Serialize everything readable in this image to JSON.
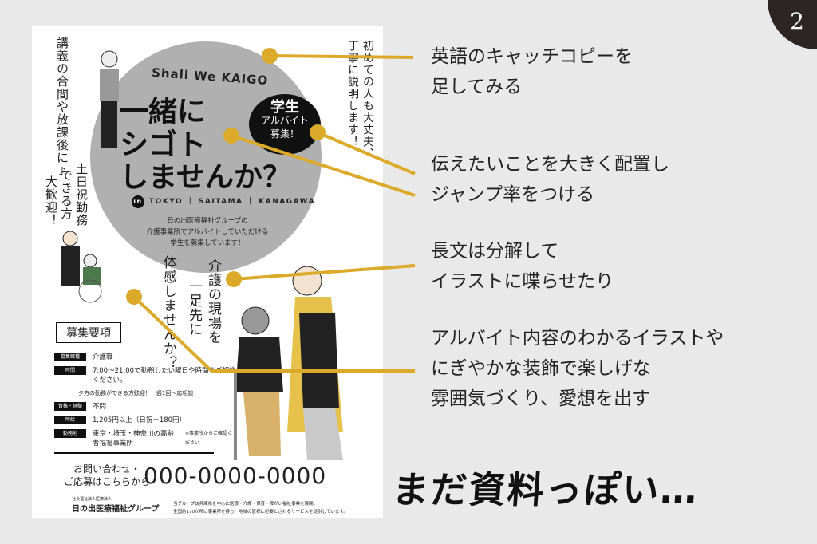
{
  "page_number": "2",
  "poster": {
    "tagline": "Shall We KAIGO",
    "headline": [
      "一緒に",
      "シゴト",
      "しませんか？"
    ],
    "badge": {
      "top": "学生",
      "middle": "アルバイト",
      "bottom": "募集！"
    },
    "cities_prefix": "in",
    "cities": "TOKYO ｜ SAITAMA ｜ KANAGAWA",
    "intro": [
      "日の出医療福祉グループの",
      "介護事業所でアルバイトしていただける",
      "学生を募集しています！"
    ],
    "vertical_left1": "講義の合間や放課後に♪",
    "vertical_left2": "土日祝勤務",
    "vertical_left3": "できる方",
    "vertical_left4": "大歓迎！",
    "vertical_right": "初めての人も大丈夫、丁寧に説明します！",
    "vertical_mid1": "介護の現場を",
    "vertical_mid2": "一足先に",
    "vertical_mid3": "体感しませんか？",
    "requirements_title": "募集要項",
    "requirements": [
      {
        "label": "募集職種",
        "value": "介護職"
      },
      {
        "label": "時間",
        "value": "7:00〜21:00で勤務したい曜日や時間をご相談ください。"
      },
      {
        "label": "資格・経験",
        "value": "不問"
      },
      {
        "label": "時給",
        "value": "1,205円以上（日祝＋180円）"
      },
      {
        "label": "勤務地",
        "value": "東京・埼玉・神奈川の高齢者福祉事業所"
      }
    ],
    "evening_note": "夕方の勤務ができる方歓迎！　週1回〜応相談",
    "location_note": "※事業所からご確認ください",
    "contact_label": [
      "お問い合わせ・",
      "ご応募はこちらから"
    ],
    "phone": "000-0000-0000",
    "org_sub": "社会福祉法人医療法人",
    "org_name": "日の出医療福祉グループ",
    "footer": [
      "当グループは兵庫県を中心に医療・介護・保育・障がい福祉事業を展開。",
      "全国約170か所に事業所を持ち、地域の皆様に必要とされるサービスを提供しています。"
    ]
  },
  "annotations": [
    {
      "lines": [
        "英語のキャッチコピーを",
        "足してみる"
      ]
    },
    {
      "lines": [
        "伝えたいことを大きく配置し",
        "ジャンプ率をつける"
      ]
    },
    {
      "lines": [
        "長文は分解して",
        "イラストに喋らせたり"
      ]
    },
    {
      "lines": [
        "アルバイト内容のわかるイラストや",
        "にぎやかな装飾で楽しげな",
        "雰囲気づくり、愛想を出す"
      ]
    }
  ],
  "conclusion": "まだ資料っぽい…",
  "colors": {
    "accent": "#dcaa2a",
    "circle": "#b0b0b0",
    "corner": "#2b2523"
  }
}
